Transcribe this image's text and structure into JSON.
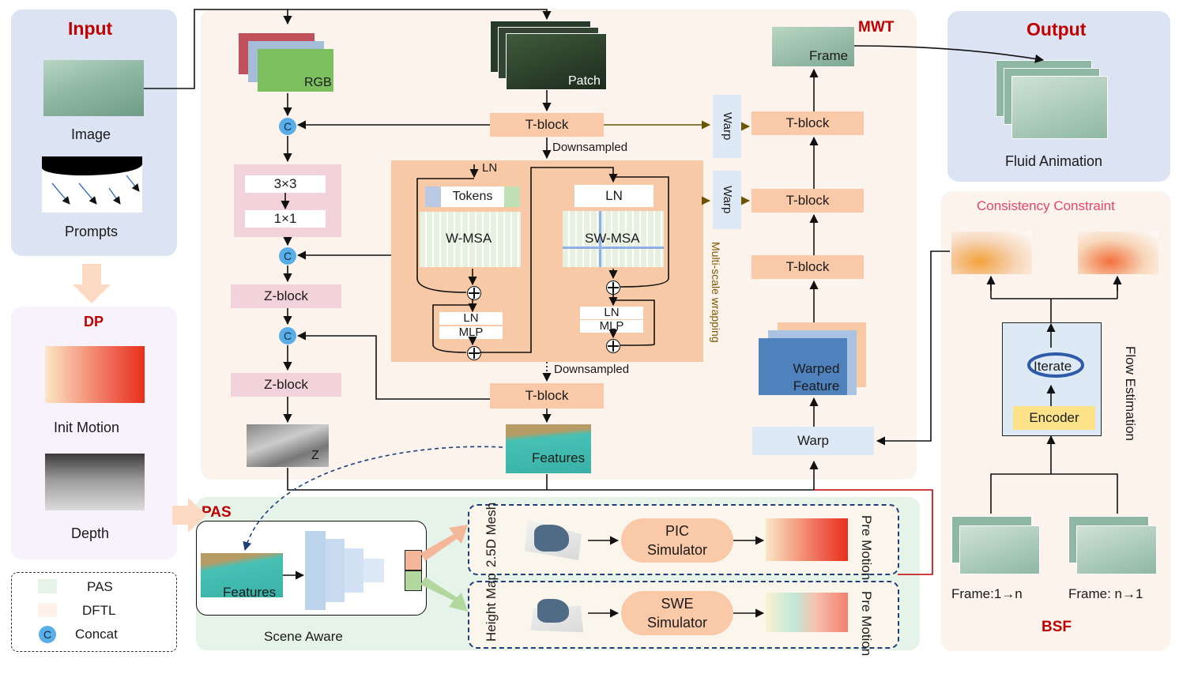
{
  "input": {
    "title": "Input",
    "image_label": "Image",
    "prompts_label": "Prompts"
  },
  "dp": {
    "title": "DP",
    "init_motion_label": "Init Motion",
    "depth_label": "Depth"
  },
  "legend": {
    "pas": "PAS",
    "dftl": "DFTL",
    "concat_symbol": "C",
    "concat": "Concat"
  },
  "mwt": {
    "title": "MWT",
    "rgb": "RGB",
    "patch": "Patch",
    "concat_symbol": "C",
    "conv3": "3×3",
    "conv1": "1×1",
    "zblock": "Z-block",
    "z": "Z",
    "tblock": "T-block",
    "downsampled": "Downsampled",
    "ln": "LN",
    "tokens": "Tokens",
    "wmsa": "W-MSA",
    "swmsa": "SW-MSA",
    "mlp": "MLP",
    "features": "Features",
    "multiscale": "Multi-scale wrapping",
    "warp": "Warp",
    "warped_feature": "Warped Feature",
    "frame": "Frame"
  },
  "output": {
    "title": "Output",
    "label": "Fluid Animation"
  },
  "bsf": {
    "title": "BSF",
    "consistency": "Consistency Constraint",
    "iterate": "Iterate",
    "encoder": "Encoder",
    "flow": "Flow Estimation",
    "frame_fwd": "Frame:1→n",
    "frame_bwd": "Frame: n→1"
  },
  "pas": {
    "title": "PAS",
    "features": "Features",
    "scene_aware": "Scene Aware",
    "mesh": "2.5D Mesh",
    "pic": "PIC Simulator",
    "pre_motion": "Pre Motion",
    "height_map": "Height Map",
    "swe": "SWE Simulator"
  },
  "colors": {
    "accent_red": "#c00000",
    "tblock": "#f9c9a8",
    "zblock": "#f2d3dc",
    "warp": "#dde9f5",
    "concat": "#5aaee8",
    "consistency": "#e8456a"
  }
}
